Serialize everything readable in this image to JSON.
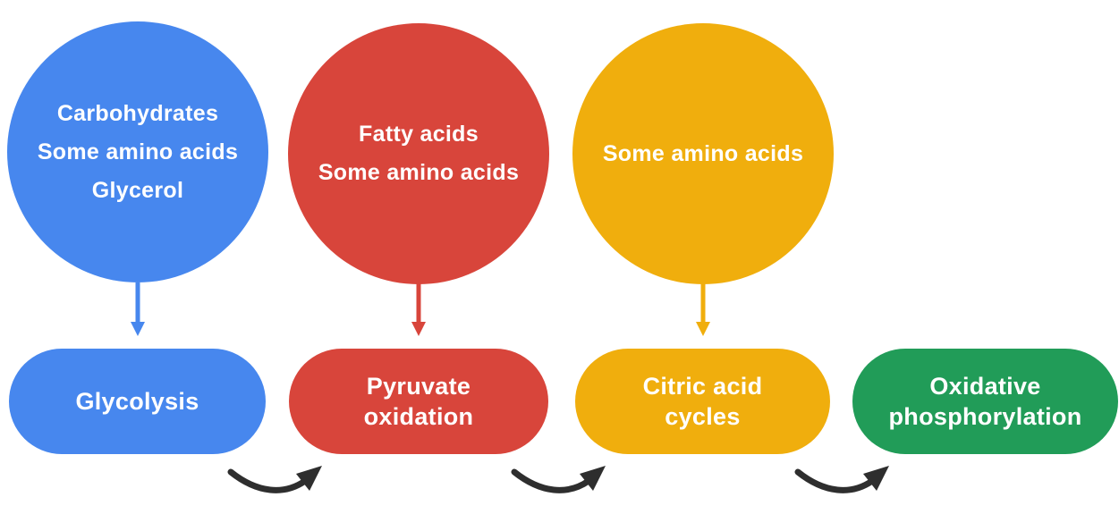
{
  "colors": {
    "blue": "#4787EE",
    "red": "#D8453B",
    "yellow": "#F0AE0D",
    "green": "#219C58",
    "arrow": "#2E2E2E",
    "text": "#FFFFFF"
  },
  "inputs": [
    {
      "name": "carbohydrates-group",
      "color": "blue",
      "lines": [
        "Carbohydrates",
        "Some amino acids",
        "Glycerol"
      ]
    },
    {
      "name": "fatty-acids-group",
      "color": "red",
      "lines": [
        "Fatty acids",
        "Some amino acids"
      ]
    },
    {
      "name": "amino-acids-group",
      "color": "yellow",
      "lines": [
        "Some amino acids"
      ]
    }
  ],
  "stages": [
    {
      "name": "glycolysis",
      "color": "blue",
      "lines": [
        "Glycolysis"
      ]
    },
    {
      "name": "pyruvate-oxidation",
      "color": "red",
      "lines": [
        "Pyruvate",
        "oxidation"
      ]
    },
    {
      "name": "citric-acid-cycles",
      "color": "yellow",
      "lines": [
        "Citric acid",
        "cycles"
      ]
    },
    {
      "name": "oxidative-phosphorylation",
      "color": "green",
      "lines": [
        "Oxidative",
        "phosphorylation"
      ]
    }
  ]
}
